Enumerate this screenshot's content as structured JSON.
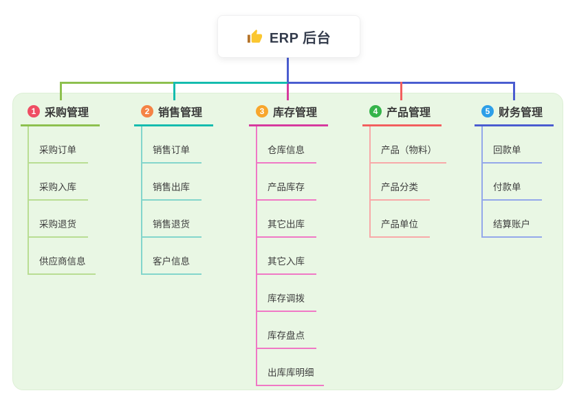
{
  "canvas": {
    "background": "#ffffff",
    "panel_background": "#e9f7e4",
    "panel_border": "#ddefd5"
  },
  "root": {
    "icon": "thumbs-up",
    "label": "ERP 后台",
    "trunk_color": "#4a5cd0"
  },
  "branches": [
    {
      "number": "1",
      "label": "采购管理",
      "line_color": "#8dc04e",
      "child_line_color": "#b8dd92",
      "badge_color": "#ef4e63",
      "children": [
        "采购订单",
        "采购入库",
        "采购退货",
        "供应商信息"
      ]
    },
    {
      "number": "2",
      "label": "销售管理",
      "line_color": "#14bcae",
      "child_line_color": "#82d5cb",
      "badge_color": "#f58345",
      "children": [
        "销售订单",
        "销售出库",
        "销售退货",
        "客户信息"
      ]
    },
    {
      "number": "3",
      "label": "库存管理",
      "line_color": "#d63a9e",
      "child_line_color": "#f077c5",
      "badge_color": "#f8a62c",
      "children": [
        "仓库信息",
        "产品库存",
        "其它出库",
        "其它入库",
        "库存调拨",
        "库存盘点",
        "出库库明细"
      ]
    },
    {
      "number": "4",
      "label": "产品管理",
      "line_color": "#f25e5e",
      "child_line_color": "#f8a8a8",
      "badge_color": "#35b44a",
      "children": [
        "产品（物料）",
        "产品分类",
        "产品单位"
      ]
    },
    {
      "number": "5",
      "label": "财务管理",
      "line_color": "#4a5cd0",
      "child_line_color": "#93a7ea",
      "badge_color": "#2d9fe8",
      "children": [
        "回款单",
        "付款单",
        "结算账户"
      ]
    }
  ]
}
